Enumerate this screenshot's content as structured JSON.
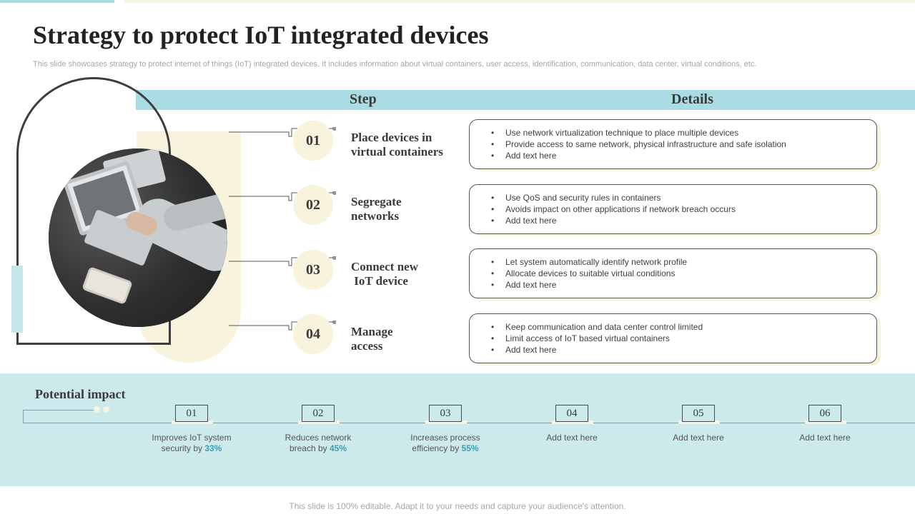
{
  "title": "Strategy to protect IoT integrated devices",
  "subtitle": "This slide showcases strategy to protect internet of things (IoT) integrated devices. It includes information about virtual containers, user access, identification, communication, data center, virtual conditions, etc.",
  "table": {
    "step_header": "Step",
    "details_header": "Details"
  },
  "steps": [
    {
      "number": "01",
      "label": "Place devices in\nvirtual containers",
      "details": [
        "Use network virtualization  technique to place multiple devices",
        "Provide  access to same network, physical infrastructure and safe isolation",
        "Add text here"
      ]
    },
    {
      "number": "02",
      "label": "Segregate\nnetworks",
      "details": [
        "Use QoS and security rules in containers",
        "Avoids impact on other applications if network breach occurs",
        "Add text here"
      ]
    },
    {
      "number": "03",
      "label": "Connect new\n IoT device",
      "details": [
        "Let system automatically identify network profile",
        "Allocate devices to suitable virtual  conditions",
        "Add text here"
      ]
    },
    {
      "number": "04",
      "label": "Manage\naccess",
      "details": [
        "Keep communication and data center control limited",
        "Limit access of IoT  based virtual containers",
        "Add text here"
      ]
    }
  ],
  "impact": {
    "title": "Potential impact",
    "items": [
      {
        "number": "01",
        "text_line1": "Improves IoT system",
        "text_line2": "security by ",
        "highlight": "33%"
      },
      {
        "number": "02",
        "text_line1": "Reduces network",
        "text_line2": "breach by ",
        "highlight": "45%"
      },
      {
        "number": "03",
        "text_line1": "Increases process",
        "text_line2": "efficiency by ",
        "highlight": "55%"
      },
      {
        "number": "04",
        "text_line1": "Add text here",
        "text_line2": "",
        "highlight": ""
      },
      {
        "number": "05",
        "text_line1": "Add text here",
        "text_line2": "",
        "highlight": ""
      },
      {
        "number": "06",
        "text_line1": "Add text here",
        "text_line2": "",
        "highlight": ""
      }
    ]
  },
  "footer": "This slide is 100% editable. Adapt it to your needs and capture your audience's attention.",
  "colors": {
    "accent_blue": "#a9dde3",
    "impact_band": "#cce9ec",
    "cream": "#f7f3dc",
    "highlight": "#3aa0b3"
  }
}
